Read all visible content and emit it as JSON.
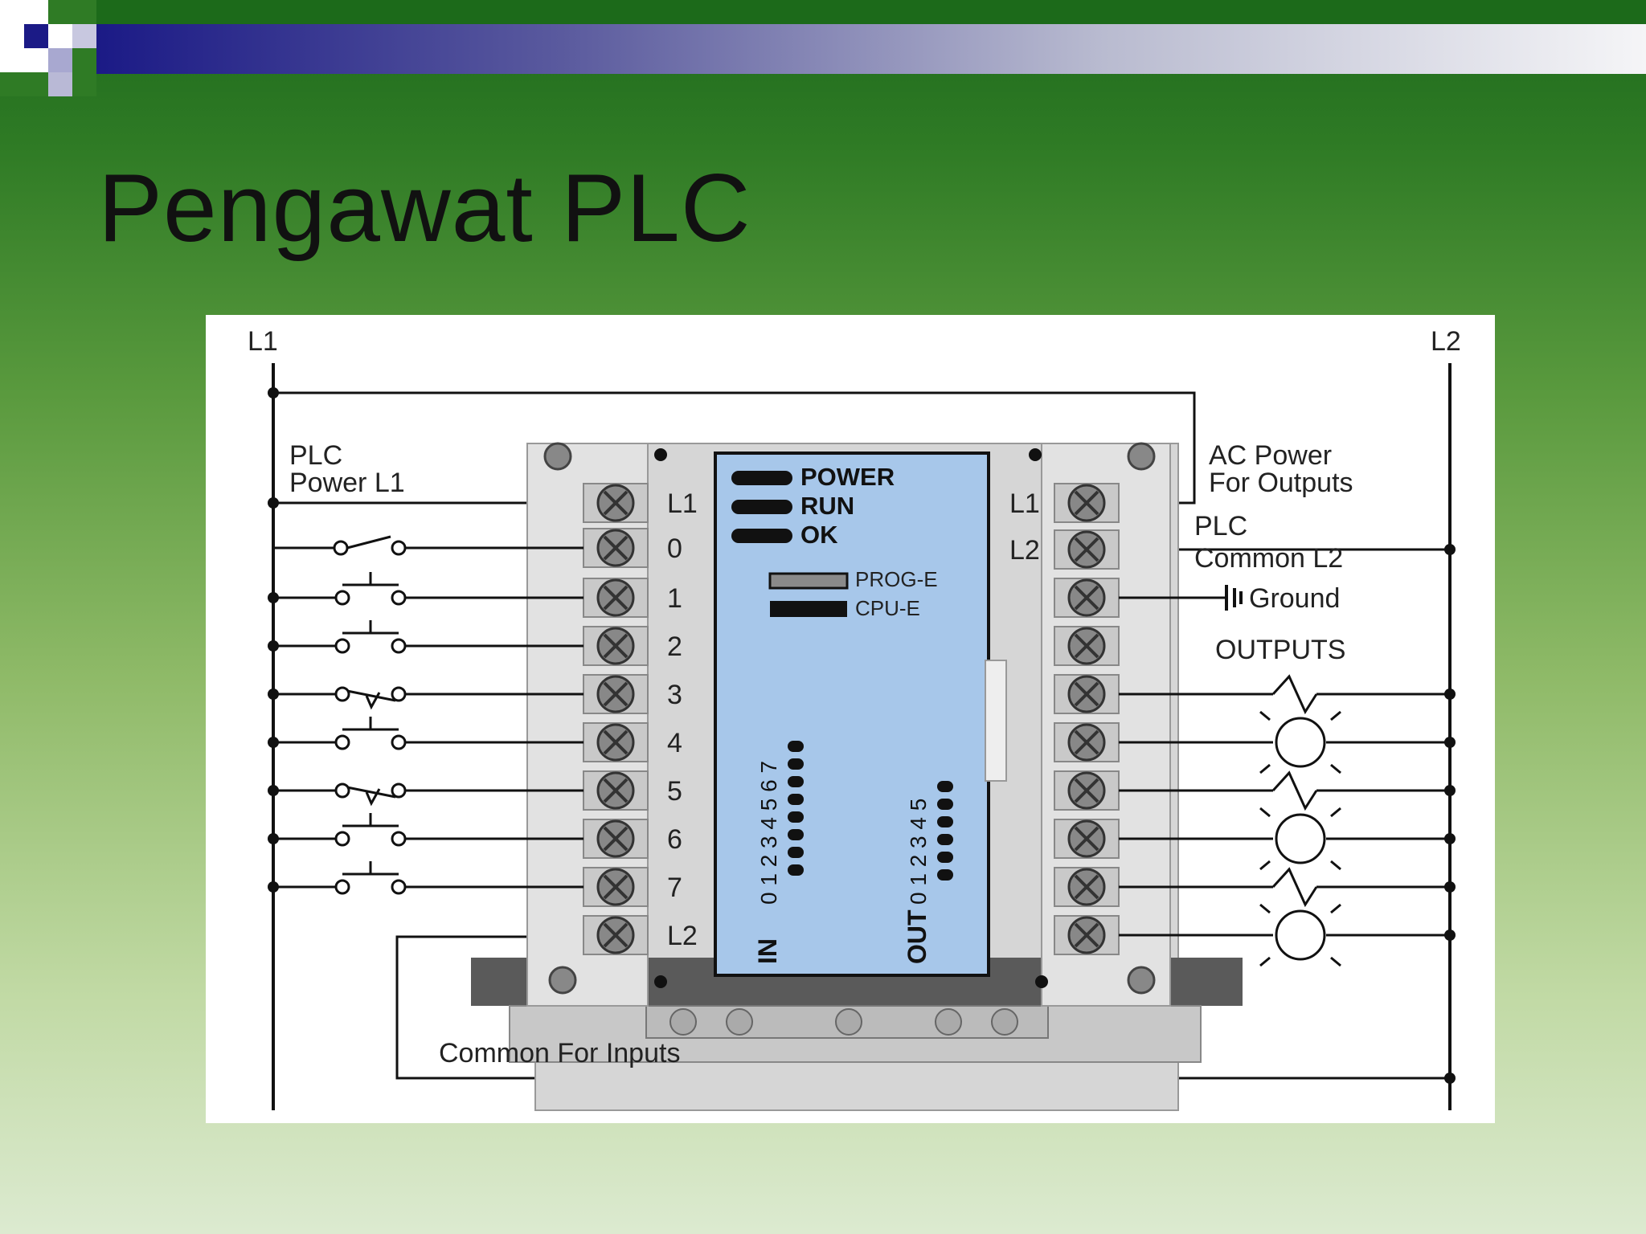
{
  "slide": {
    "title": "Pengawat PLC"
  },
  "diagram": {
    "rail_left": "L1",
    "rail_right": "L2",
    "labels": {
      "plc_power_1": "PLC",
      "plc_power_2": "Power L1",
      "ac_power_1": "AC Power",
      "ac_power_2": "For Outputs",
      "plc_common_1": "PLC",
      "plc_common_2": "Common L2",
      "ground": "Ground",
      "outputs": "OUTPUTS",
      "common_inputs": "Common For Inputs"
    },
    "left_terminals": [
      "L1",
      "0",
      "1",
      "2",
      "3",
      "4",
      "5",
      "6",
      "7",
      "L2"
    ],
    "right_terminals": [
      "L1",
      "L2"
    ],
    "status_leds": [
      "POWER",
      "RUN",
      "OK"
    ],
    "indicators": [
      "PROG-E",
      "CPU-E"
    ],
    "in_label": "IN",
    "in_numbers": "0 1 2 3 4 5 6 7",
    "out_label": "OUT",
    "out_numbers": "0 1 2 3 4 5"
  },
  "colors": {
    "panel_blue": "#a7c7ea",
    "background_green": "#2f7b25",
    "band_navy": "#1b1a86"
  }
}
